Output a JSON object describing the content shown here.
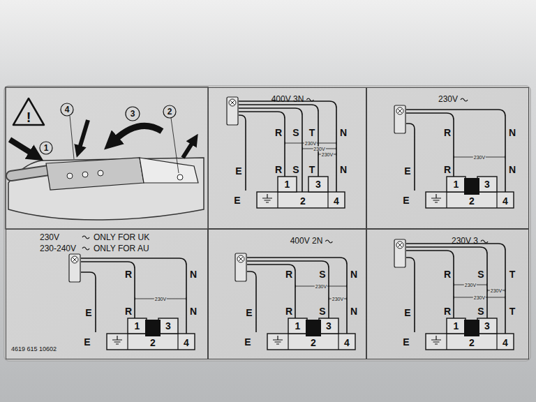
{
  "diagram": {
    "nodes": [
      {
        "text": [
          "400V 3N"
        ]
      },
      {
        "text": [
          "230V"
        ]
      },
      {
        "text": [
          "230V",
          "ONLY FOR UK",
          "230-240V",
          "ONLY FOR AU"
        ]
      },
      {
        "text": [
          "400V 2N"
        ]
      },
      {
        "text": [
          "230V 3"
        ]
      }
    ],
    "labels": [
      "!",
      "4",
      "3",
      "2",
      "1",
      "R",
      "S",
      "T",
      "N",
      "230V",
      "230V",
      "230V",
      "E",
      "R",
      "S",
      "T",
      "N",
      "1",
      "3",
      "E",
      "2",
      "4",
      "R",
      "N",
      "230V",
      "E",
      "R",
      "N",
      "1",
      "3",
      "E",
      "2",
      "4",
      "R",
      "N",
      "230V",
      "E",
      "R",
      "N",
      "1",
      "3",
      "E",
      "2",
      "4",
      "4619 615 10602",
      "R",
      "S",
      "N",
      "230V",
      "230V",
      "E",
      "R",
      "S",
      "N",
      "1",
      "3",
      "E",
      "2",
      "4",
      "R",
      "S",
      "T",
      "230V",
      "230V",
      "230V",
      "E",
      "R",
      "S",
      "T",
      "1",
      "3",
      "E",
      "2",
      "4"
    ]
  }
}
